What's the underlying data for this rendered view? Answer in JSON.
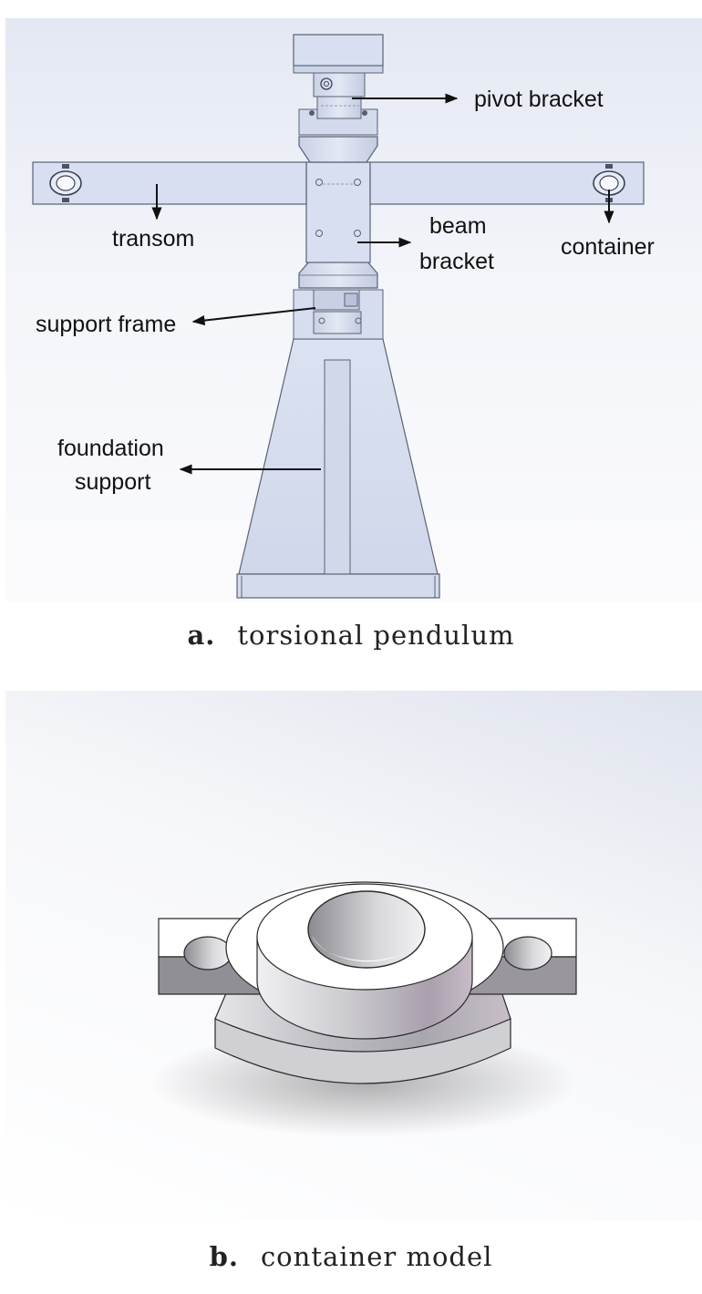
{
  "panel_a": {
    "labels": {
      "pivot_bracket": "pivot bracket",
      "transom": "transom",
      "beam_line1": "beam",
      "beam_line2": "bracket",
      "container": "container",
      "support_frame": "support frame",
      "foundation_line1": "foundation",
      "foundation_line2": "support"
    },
    "caption_letter": "a.",
    "caption_text": "torsional pendulum"
  },
  "panel_b": {
    "caption_letter": "b.",
    "caption_text": "container model"
  },
  "colors": {
    "part_fill": "#d7dff0",
    "part_edge": "#5b6275",
    "arrow": "#111111"
  }
}
